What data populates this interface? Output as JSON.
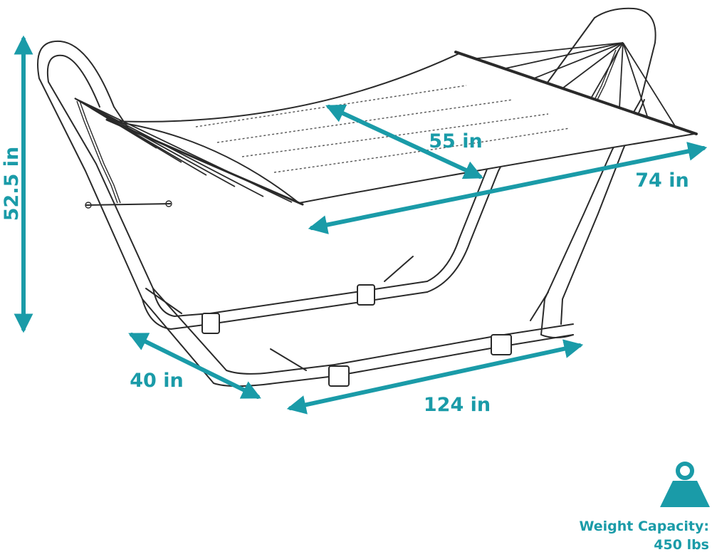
{
  "colors": {
    "accent": "#1a9ba8",
    "frame": "#2a2a2a",
    "fabric_stitch": "#555555"
  },
  "dimensions": {
    "height": "52.5 in",
    "bed_width": "55 in",
    "bed_length": "74 in",
    "base_depth": "40 in",
    "base_length": "124 in"
  },
  "capacity": {
    "label": "Weight Capacity:",
    "value": "450 lbs",
    "icon": "weight-icon"
  }
}
